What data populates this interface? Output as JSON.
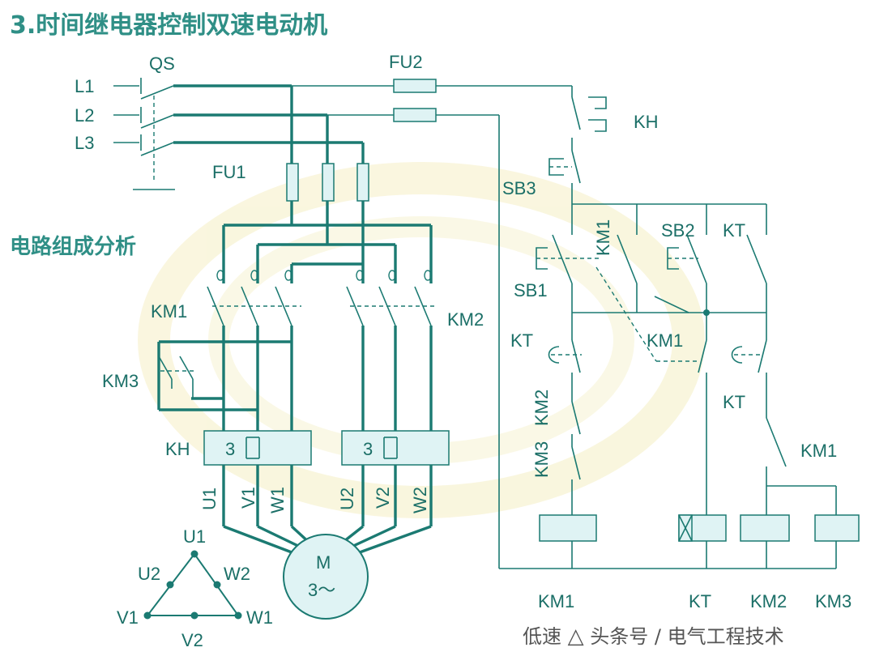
{
  "title": "3.时间继电器控制双速电动机",
  "subtitle": "电路组成分析",
  "watermark": {
    "prefix": "低速",
    "symbol": "△",
    "text": "头条号 / 电气工程技术"
  },
  "labels": {
    "qs": "QS",
    "fu2": "FU2",
    "fu1": "FU1",
    "l1": "L1",
    "l2": "L2",
    "l3": "L3",
    "km1_main": "KM1",
    "km2_main": "KM2",
    "km3_main": "KM3",
    "kh_main": "KH",
    "kh_ctrl": "KH",
    "sb3": "SB3",
    "sb1": "SB1",
    "sb2": "SB2",
    "km1_ctrl_contact": "KM1",
    "kt_top": "KT",
    "km1_mid": "KM1",
    "kt_left": "KT",
    "kt_right": "KT",
    "km2_interlock": "KM2",
    "km3_interlock": "KM3",
    "km1_nc": "KM1",
    "coil_km1": "KM1",
    "coil_kt": "KT",
    "coil_km2": "KM2",
    "coil_km3": "KM3",
    "u1": "U1",
    "v1": "V1",
    "w1": "W1",
    "u2": "U2",
    "v2": "V2",
    "w2": "W2",
    "tri_u1": "U1",
    "tri_u2": "U2",
    "tri_w2": "W2",
    "tri_v1": "V1",
    "tri_w1": "W1",
    "tri_v2": "V2",
    "motor_m": "M",
    "motor_phase": "3～",
    "kh1_num": "3",
    "kh2_num": "3"
  },
  "colors": {
    "line": "#1b7a72",
    "title": "#2f8f86",
    "box_fill": "#dff3f4",
    "watermark_bg": "#f6f1c8"
  }
}
